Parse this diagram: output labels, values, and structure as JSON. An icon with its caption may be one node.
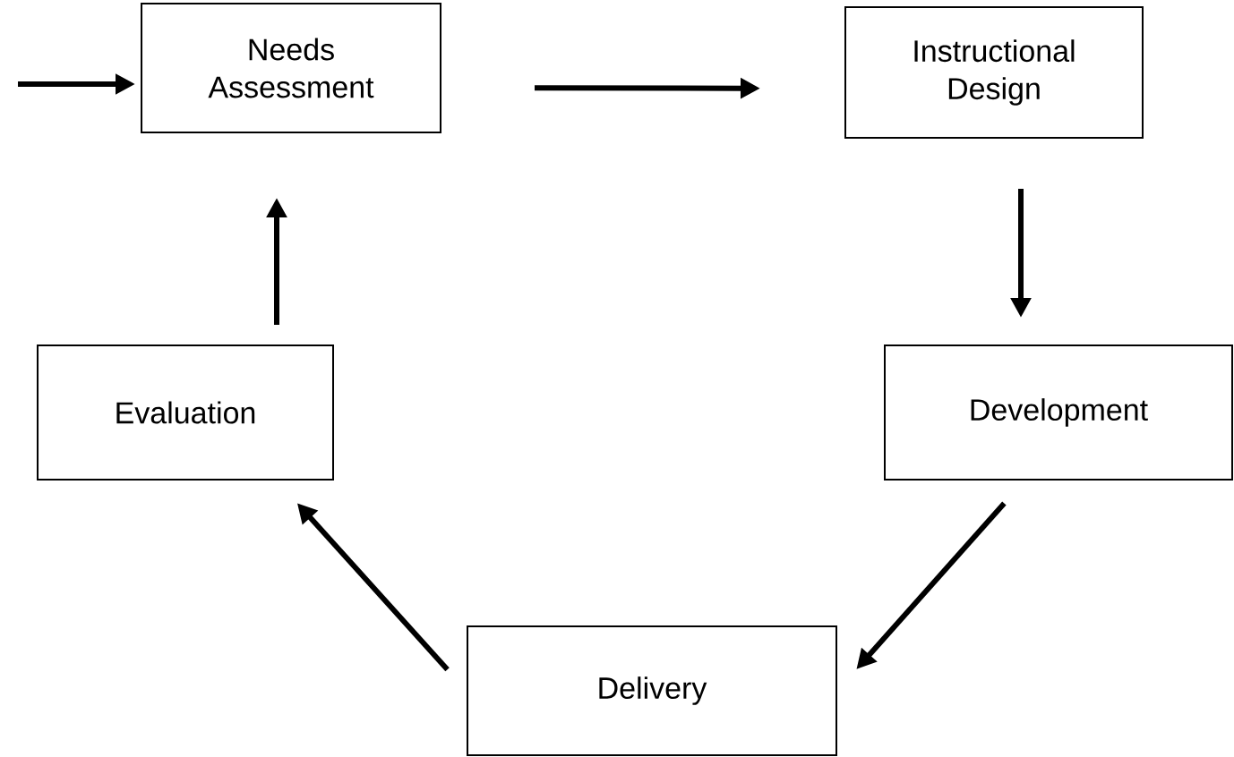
{
  "diagram": {
    "nodes": [
      {
        "text": [
          "Needs Assessment"
        ]
      },
      {
        "text": [
          "Instructional Design"
        ]
      },
      {
        "text": [
          "Development"
        ]
      },
      {
        "text": [
          "Delivery"
        ]
      },
      {
        "text": [
          "Evaluation"
        ]
      }
    ],
    "edges": [
      {
        "from": null,
        "to": 0,
        "arrow": "to"
      },
      {
        "from": 0,
        "to": 1,
        "arrow": "to"
      },
      {
        "from": 1,
        "to": 2,
        "arrow": "to"
      },
      {
        "from": 2,
        "to": 3,
        "arrow": "to"
      },
      {
        "from": 3,
        "to": 4,
        "arrow": "to"
      },
      {
        "from": 4,
        "to": 0,
        "arrow": "to"
      }
    ]
  }
}
